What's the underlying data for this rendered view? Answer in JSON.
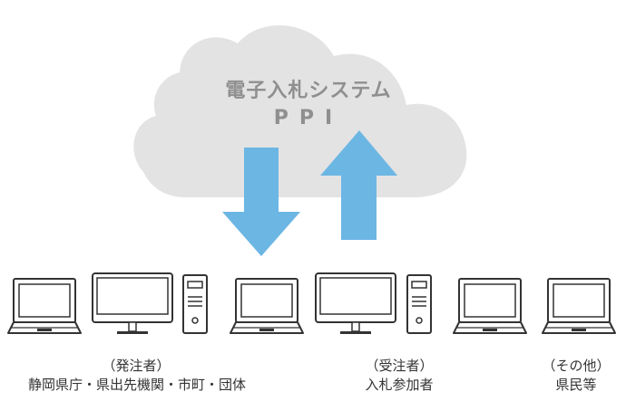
{
  "cloud": {
    "title": "電子入札システム",
    "subtitle": "PPI"
  },
  "groups": [
    {
      "line1": "（発注者）",
      "line2": "静岡県庁・県出先機関・市町・団体"
    },
    {
      "line1": "（受注者）",
      "line2": "入札参加者"
    },
    {
      "line1": "（その他）",
      "line2": "県民等"
    }
  ],
  "colors": {
    "cloud": "#e3e3e3",
    "arrow": "#6cb6e4",
    "device_stroke": "#333333",
    "text": "#333333"
  },
  "icons": [
    "cloud-icon",
    "arrow-down-icon",
    "arrow-up-icon",
    "laptop-icon",
    "desktop-monitor-icon",
    "pc-tower-icon"
  ]
}
